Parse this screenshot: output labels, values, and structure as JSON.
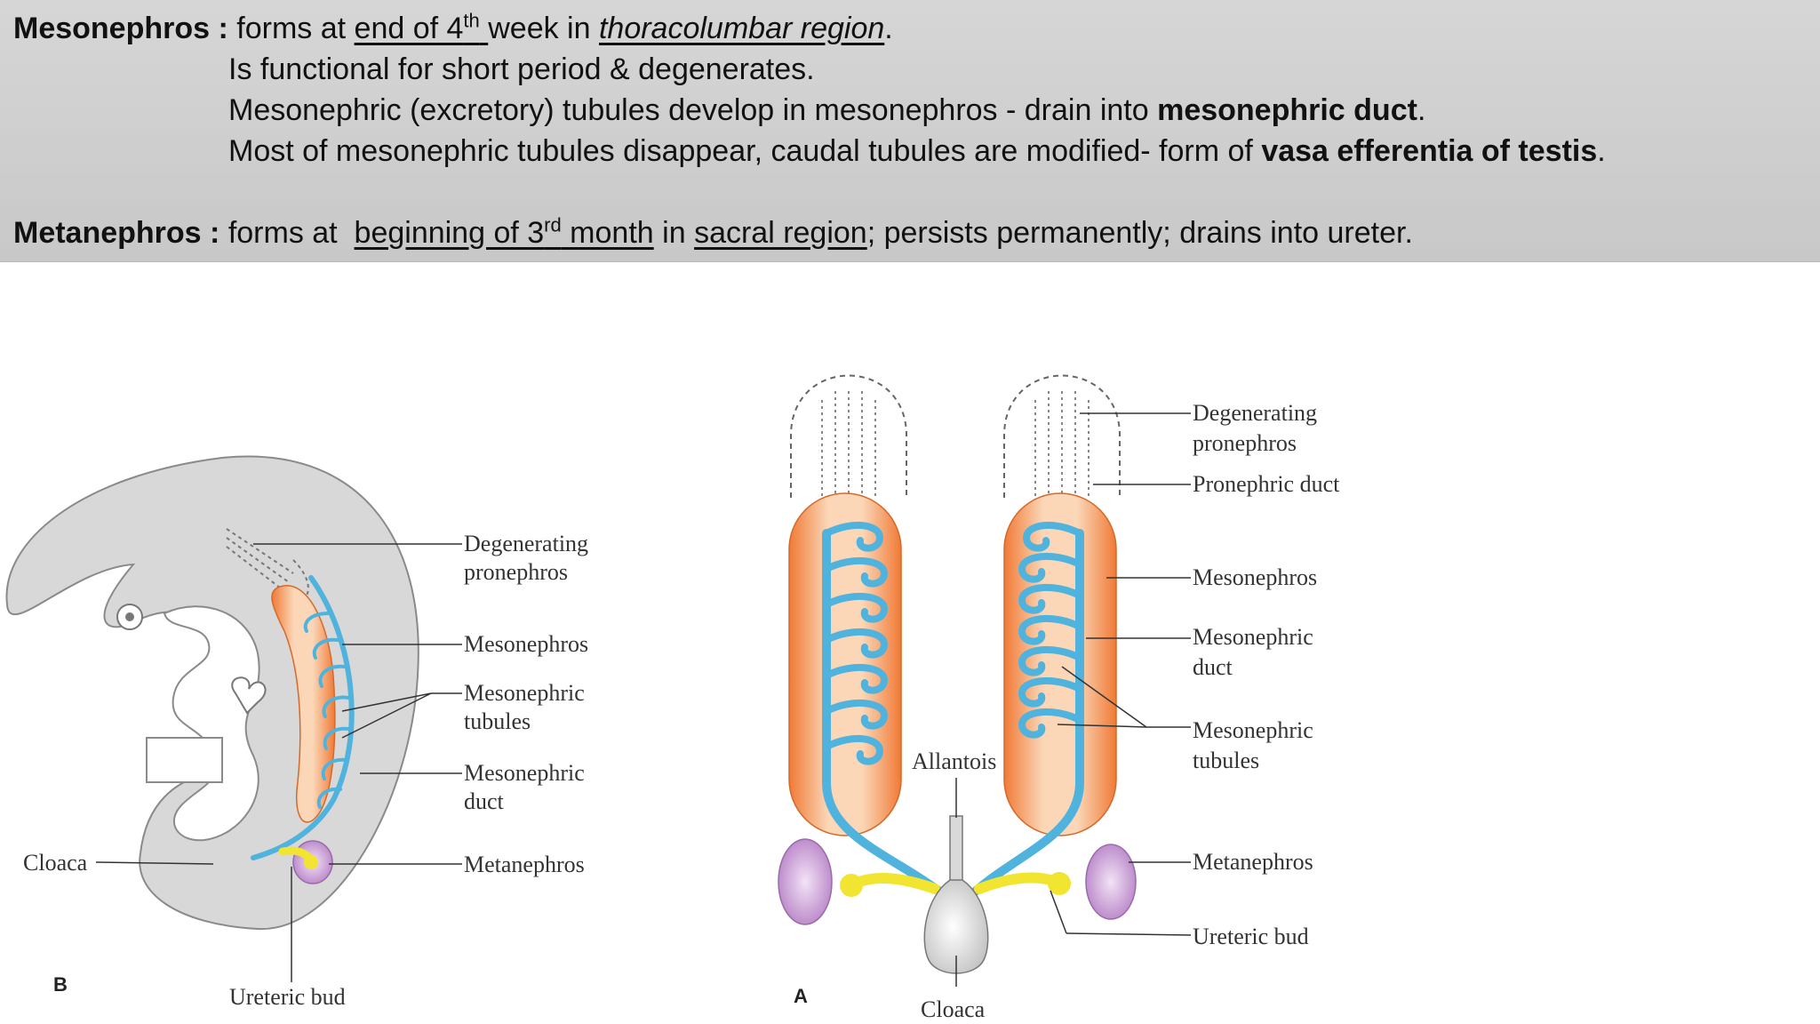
{
  "header": {
    "meso": {
      "term": "Mesonephros :",
      "t1": "forms at",
      "u1a": "end of 4",
      "u1sup": "th",
      "t2": "week in",
      "u2": "thoracolumbar region",
      "t3": "."
    },
    "meso_line2": "Is functional for short period & degenerates.",
    "meso_line3": {
      "text": "Mesonephric (excretory) tubules develop in mesonephros -  drain into",
      "bold": "mesonephric duct",
      "end": "."
    },
    "meso_line4": {
      "text": "Most of mesonephric tubules disappear, caudal tubules are modified-  form of",
      "bold": "vasa efferentia of testis",
      "end": "."
    },
    "meta": {
      "term": "Metanephros :",
      "t1": "forms at",
      "u1a": "beginning of 3",
      "u1sup": "rd",
      "u1b": " month",
      "t2": "in",
      "u2": "sacral region",
      "t3": ";  persists permanently; drains into ureter."
    }
  },
  "figure_b": {
    "plate": "B",
    "labels": {
      "degenerating": "Degenerating",
      "pronephros": "pronephros",
      "mesonephros": "Mesonephros",
      "tubules_1": "Mesonephric",
      "tubules_2": "tubules",
      "duct_1": "Mesonephric",
      "duct_2": "duct",
      "metanephros": "Metanephros",
      "cloaca": "Cloaca",
      "ureteric_bud": "Ureteric bud"
    }
  },
  "figure_a": {
    "plate": "A",
    "labels": {
      "degenerating": "Degenerating",
      "pronephros": "pronephros",
      "pronephric_duct": "Pronephric duct",
      "mesonephros": "Mesonephros",
      "duct_1": "Mesonephric",
      "duct_2": "duct",
      "tubules_1": "Mesonephric",
      "tubules_2": "tubules",
      "allantois": "Allantois",
      "metanephros": "Metanephros",
      "ureteric_bud": "Ureteric bud",
      "cloaca": "Cloaca"
    }
  },
  "colors": {
    "header_bg": "#cfcfcf",
    "mesonephros": "#f08a4b",
    "duct": "#4fb3dd",
    "metanephros": "#c9a0d6",
    "ureteric_bud": "#f2e531",
    "embryo": "#d8d8d8"
  }
}
